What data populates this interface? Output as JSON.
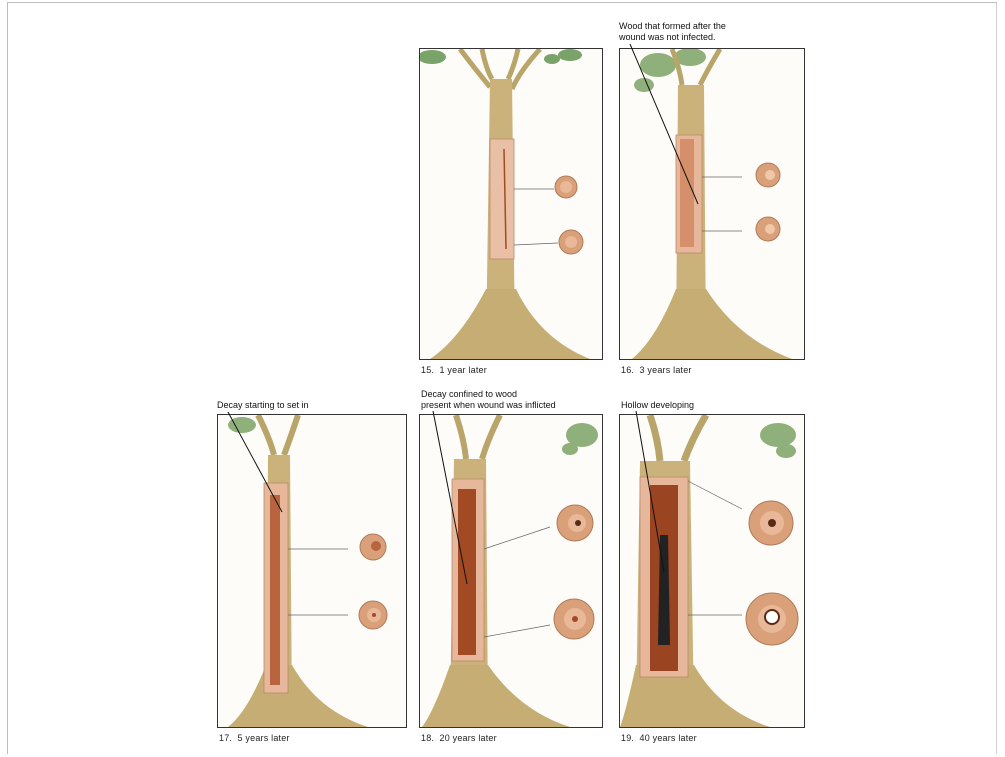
{
  "panels": [
    {
      "caption": "15.  1 year later"
    },
    {
      "caption": "16.  3 years later"
    },
    {
      "caption": "17.  5 years later"
    },
    {
      "caption": "18.  20 years later"
    },
    {
      "caption": "19.  40 years later"
    }
  ],
  "notes": {
    "wood_formed": [
      "Wood that formed after the",
      "wound was not infected."
    ],
    "decay_starting": "Decay starting to set in",
    "decay_confined": [
      "Decay confined to wood",
      "present when wound was inflicted"
    ],
    "hollow": "Hollow developing"
  },
  "colors": {
    "bark": "#cbb27a",
    "bark_dark": "#9c8a55",
    "heart": "#e7b79b",
    "decay": "#a24a24",
    "leaf": "#7aa36a",
    "disk_outer": "#d9a07a"
  }
}
